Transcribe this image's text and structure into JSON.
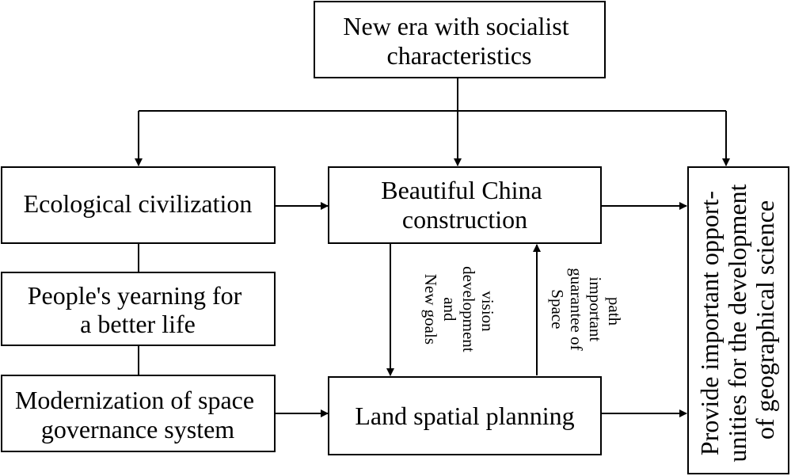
{
  "nodes": {
    "new_era": {
      "lines": [
        "New era with socialist",
        "characteristics"
      ]
    },
    "ecological": {
      "lines": [
        "Ecological civilization"
      ]
    },
    "yearning": {
      "lines": [
        "People's yearning for",
        "a better life"
      ]
    },
    "modernization": {
      "lines": [
        "Modernization of space",
        "governance system"
      ]
    },
    "beautiful_china": {
      "lines": [
        "Beautiful China",
        "construction"
      ]
    },
    "land_planning": {
      "lines": [
        "Land spatial planning"
      ]
    },
    "opportunities": {
      "lines": [
        "Provide important opport-",
        "unities for the development",
        "of geographical science"
      ]
    }
  },
  "edge_labels": {
    "down_goals": {
      "lines": [
        "New goals",
        "and",
        "development",
        "vision"
      ]
    },
    "up_space": {
      "lines": [
        "Space",
        "guarantee of",
        "important",
        "path"
      ]
    }
  }
}
